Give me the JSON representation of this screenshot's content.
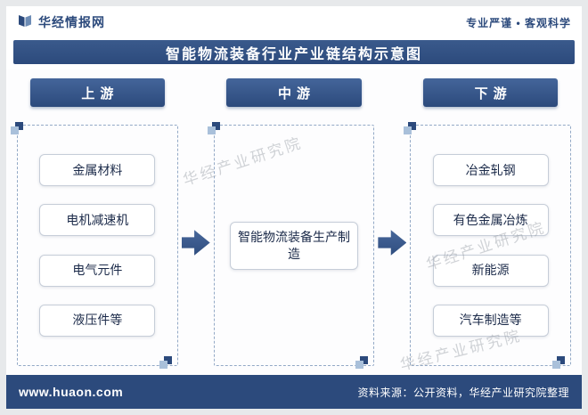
{
  "header": {
    "brand": "华经情报网",
    "tagline": "专业严谨 • 客观科学"
  },
  "title": "智能物流装备行业产业链结构示意图",
  "columns": [
    {
      "label": "上游",
      "items": [
        "金属材料",
        "电机减速机",
        "电气元件",
        "液压件等"
      ]
    },
    {
      "label": "中游",
      "items": [
        "智能物流装备生产制造"
      ]
    },
    {
      "label": "下游",
      "items": [
        "冶金轧钢",
        "有色金属冶炼",
        "新能源",
        "汽车制造等"
      ]
    }
  ],
  "footer": {
    "website": "www.huaon.com",
    "source": "资料来源：公开资料，华经产业研究院整理"
  },
  "watermark": "华经产业研究院",
  "colors": {
    "navy": "#2c4a7c",
    "light_blue": "#a9c0da",
    "dashed_border": "#93a9c6"
  }
}
